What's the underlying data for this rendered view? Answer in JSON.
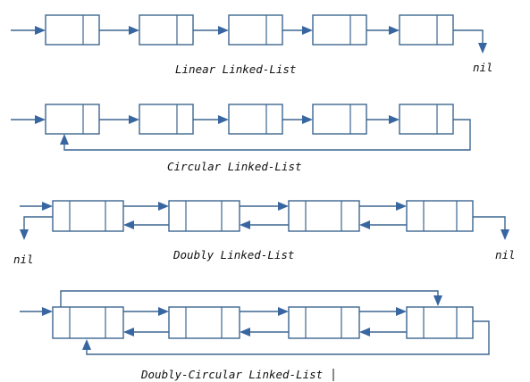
{
  "diagrams": {
    "linear": {
      "title": "Linear Linked-List",
      "nil": "nil"
    },
    "circular": {
      "title": "Circular Linked-List"
    },
    "doubly": {
      "title": "Doubly Linked-List",
      "nil_left": "nil",
      "nil_right": "nil"
    },
    "doubly_circular": {
      "title": "Doubly-Circular Linked-List"
    }
  },
  "colors": {
    "line": "#3d6690",
    "arrowhead": "#3866a0",
    "text": "#111111",
    "background": "#ffffff"
  },
  "icons": {
    "arrowhead": "filled-triangle",
    "text_cursor": "i-beam"
  }
}
